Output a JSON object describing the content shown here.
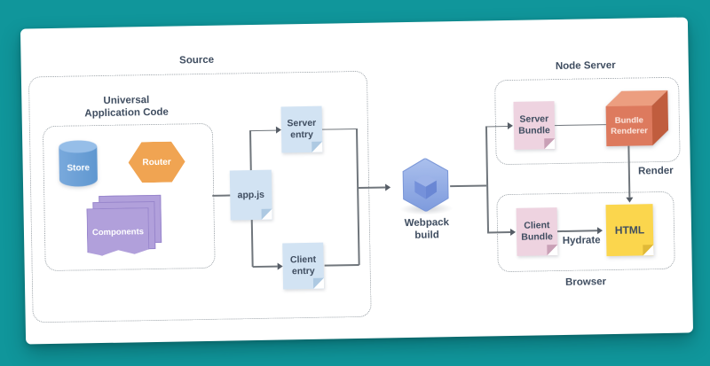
{
  "colors": {
    "background_teal": "#10969B",
    "card_white": "#FFFFFF",
    "label_navy": "#3F4D60",
    "connector_gray": "#70767C",
    "note_blue": "#D2E3F3",
    "note_pink": "#EED3E0",
    "note_yellow": "#FBD64D",
    "store_blue": "#649BD3",
    "router_orange": "#F0A452",
    "components_purple": "#B1A0DB",
    "webpack_blue": "#93ADE4",
    "renderer_coral": "#DD7A5E"
  },
  "groups": {
    "source": "Source",
    "universal_application_code": [
      "Universal",
      "Application Code"
    ],
    "node_server": "Node Server",
    "browser": "Browser"
  },
  "nodes": {
    "store": "Store",
    "router": "Router",
    "components": "Components",
    "app_js": "app.js",
    "server_entry": [
      "Server",
      "entry"
    ],
    "client_entry": [
      "Client",
      "entry"
    ],
    "webpack_build": [
      "Webpack",
      "build"
    ],
    "server_bundle": [
      "Server",
      "Bundle"
    ],
    "bundle_renderer": [
      "Bundle",
      "Renderer"
    ],
    "client_bundle": [
      "Client",
      "Bundle"
    ],
    "html": "HTML"
  },
  "edge_labels": {
    "render": "Render",
    "hydrate": "Hydrate"
  }
}
